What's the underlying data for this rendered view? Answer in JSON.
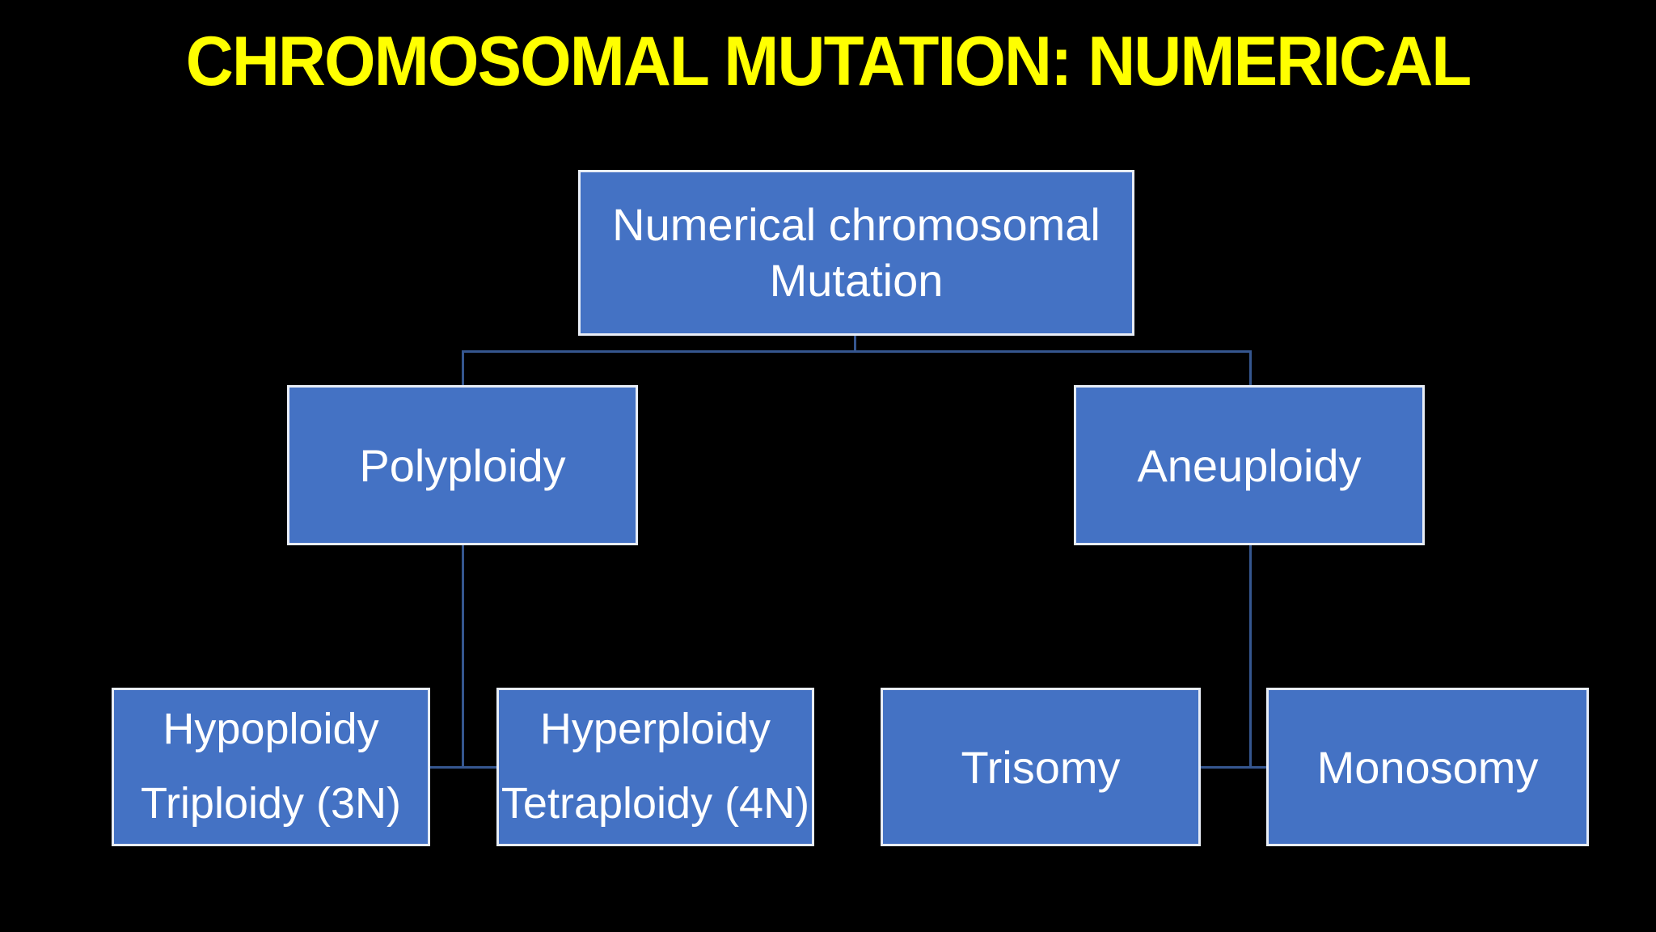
{
  "slide": {
    "title": "CHROMOSOMAL MUTATION: NUMERICAL"
  },
  "diagram": {
    "type": "hierarchy",
    "nodes": {
      "root": {
        "line1": "Numerical chromosomal",
        "line2": "Mutation"
      },
      "polyploidy": {
        "label": "Polyploidy"
      },
      "aneuploidy": {
        "label": "Aneuploidy"
      },
      "hypoploidy": {
        "line1": "Hypoploidy",
        "line2": "Triploidy (3N)"
      },
      "hyperploidy": {
        "line1": "Hyperploidy",
        "line2": "Tetraploidy (4N)"
      },
      "trisomy": {
        "label": "Trisomy"
      },
      "monosomy": {
        "label": "Monosomy"
      }
    },
    "edges": [
      "root->polyploidy",
      "root->aneuploidy",
      "polyploidy->hypoploidy",
      "polyploidy->hyperploidy",
      "aneuploidy->trisomy",
      "aneuploidy->monosomy"
    ],
    "colors": {
      "background": "#000000",
      "box_fill": "#4472C4",
      "box_border": "#E8EDF6",
      "box_text": "#FFFFFF",
      "connector": "#35568F",
      "title": "#FFFF00"
    }
  }
}
